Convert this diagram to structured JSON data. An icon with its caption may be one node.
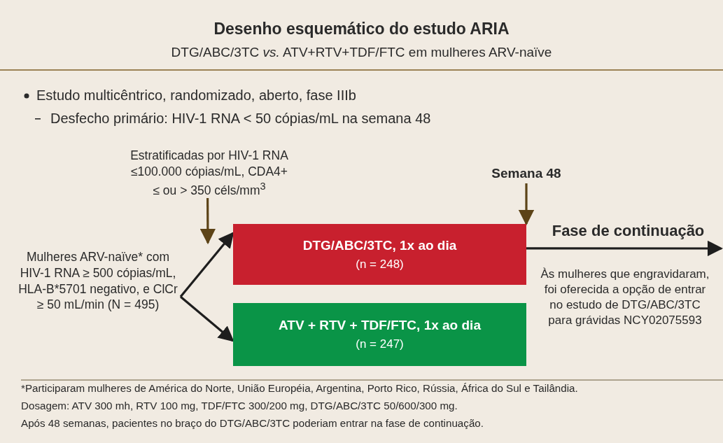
{
  "diagram": {
    "title": "Desenho esquemático do estudo ARIA",
    "nodes": [
      {
        "text": [
          "Mulheres ARV-naïve* com HIV-1 RNA ≥ 500 cópias/mL, HLA-B*5701 negativo, e ClCr ≥ 50 mL/min (N = 495)"
        ]
      },
      {
        "text": [
          "DTG/ABC/3TC, 1x ao dia",
          "(n = 248)"
        ]
      },
      {
        "text": [
          "ATV + RTV + TDF/FTC, 1x ao dia",
          "(n = 247)"
        ]
      },
      {
        "text": [
          "Estratificadas por HIV-1 RNA ≤100.000 cópias/mL, CDA4+ ≤ ou > 350 céls/mm$^{3}$"
        ]
      },
      {
        "text": [
          "Semana 48"
        ]
      }
    ],
    "edges": [
      {
        "from": 0,
        "to": 1,
        "arrow": "to"
      },
      {
        "from": 0,
        "to": 2,
        "arrow": "to"
      },
      {
        "from": 3,
        "to": null,
        "arrow": "to",
        "color": "#5c4317"
      },
      {
        "from": 4,
        "to": 1,
        "arrow": "to",
        "color": "#5c4317"
      },
      {
        "from": 1,
        "to": null,
        "arrow": "to",
        "label": "Fase de continuação"
      }
    ],
    "labels": [
      "DTG/ABC/3TC *vs.* ATV+RTV+TDF/FTC em mulheres ARV-naïve",
      "Estudo multicêntrico, randomizado, aberto, fase IIIb",
      "Desfecho primário: HIV-1 RNA < 50 cópias/mL na semana 48",
      "Às mulheres que engravidaram, foi oferecida a opção de entrar no estudo de DTG/ABC/3TC para grávidas NCY02075593",
      "*Participaram mulheres de América do Norte, União Européia, Argentina, Porto Rico, Rússia, África do Sul e Tailândia.",
      "Dosagem: ATV 300 mh, RTV 100 mg, TDF/FTC 300/200 mg, DTG/ABC/3TC 50/600/300 mg.",
      "Após 48 semanas, pacientes no braço do DTG/ABC/3TC poderiam entrar na fase de continuação."
    ]
  }
}
